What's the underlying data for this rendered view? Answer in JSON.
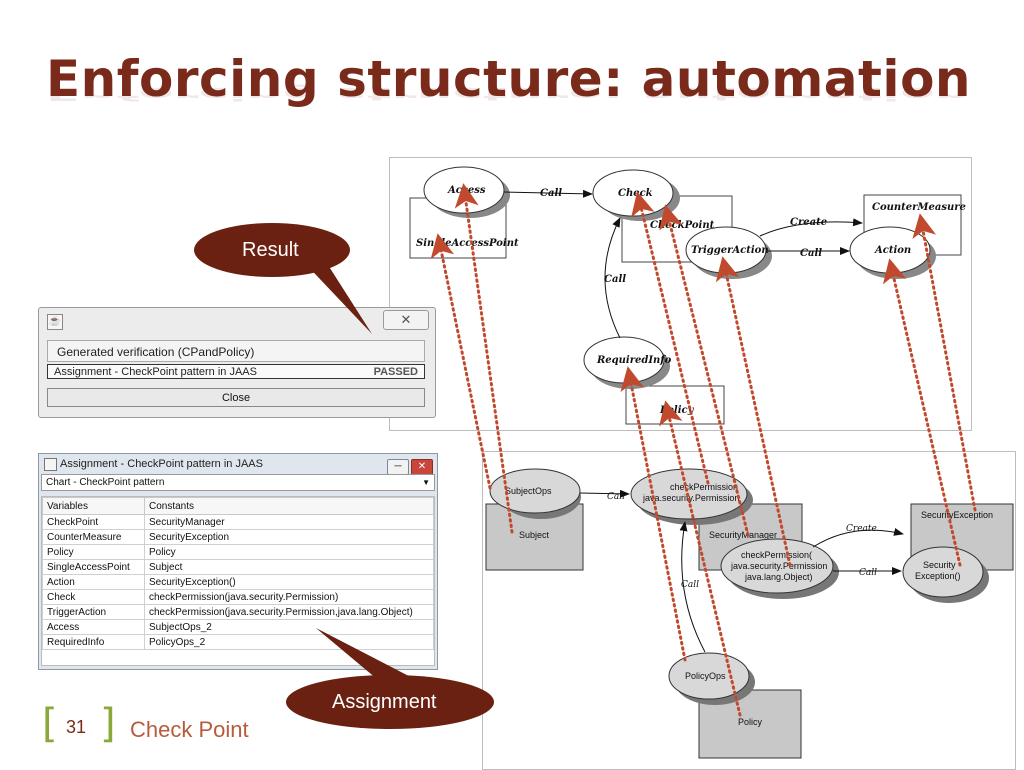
{
  "slide": {
    "title": "Enforcing structure: automation",
    "page_number": "31",
    "footer": "Check Point"
  },
  "callouts": {
    "result": "Result",
    "assignment": "Assignment"
  },
  "colors": {
    "title": "#7a2a1b",
    "callout": "#6b2112",
    "arrow": "#c1492d",
    "bracket": "#8aa93a"
  },
  "dialog": {
    "app_icon": "java-icon",
    "close_x": "✕",
    "generated": "Generated verification (CPandPolicy)",
    "assignment": "Assignment - CheckPoint pattern in JAAS",
    "status": "PASSED",
    "close_button": "Close"
  },
  "assign_window": {
    "title": "Assignment - CheckPoint pattern in JAAS",
    "combo": "Chart - CheckPoint pattern",
    "headers": [
      "Variables",
      "Constants"
    ],
    "rows": [
      [
        "CheckPoint",
        "SecurityManager"
      ],
      [
        "CounterMeasure",
        "SecurityException"
      ],
      [
        "Policy",
        "Policy"
      ],
      [
        "SingleAccessPoint",
        "Subject"
      ],
      [
        "Action",
        "SecurityException()"
      ],
      [
        "Check",
        "checkPermission(java.security.Permission)"
      ],
      [
        "TriggerAction",
        "checkPermission(java.security.Permission,java.lang.Object)"
      ],
      [
        "Access",
        "SubjectOps_2"
      ],
      [
        "RequiredInfo",
        "PolicyOps_2"
      ]
    ]
  },
  "pattern_diagram": {
    "nodes": {
      "access": "Access",
      "check": "Check",
      "trigger": "TriggerAction",
      "action": "Action",
      "required": "RequiredInfo"
    },
    "classes": {
      "single": "SingleAccessPoint",
      "checkpoint": "CheckPoint",
      "counter": "CounterMeasure",
      "policy": "Policy"
    },
    "edges": {
      "call1": "Call",
      "create": "Create",
      "call2": "Call",
      "call3": "Call"
    }
  },
  "impl_diagram": {
    "nodes": {
      "subjectops": "SubjectOps",
      "checkperm_a": "checkPermission",
      "checkperm_b": "java.security.Permission",
      "checkperm2_a": "checkPermission(",
      "checkperm2_b": "java.security.Permission",
      "checkperm2_c": "java.lang.Object)",
      "secexc_a": "Security",
      "secexc_b": "Exception()",
      "policyops": "PolicyOps"
    },
    "classes": {
      "subject": "Subject",
      "secmgr": "SecurityManager",
      "secexception": "SecurityException",
      "policy": "Policy"
    },
    "edges": {
      "call1": "Call",
      "create": "Create",
      "call2": "Call",
      "call3": "Call"
    }
  }
}
